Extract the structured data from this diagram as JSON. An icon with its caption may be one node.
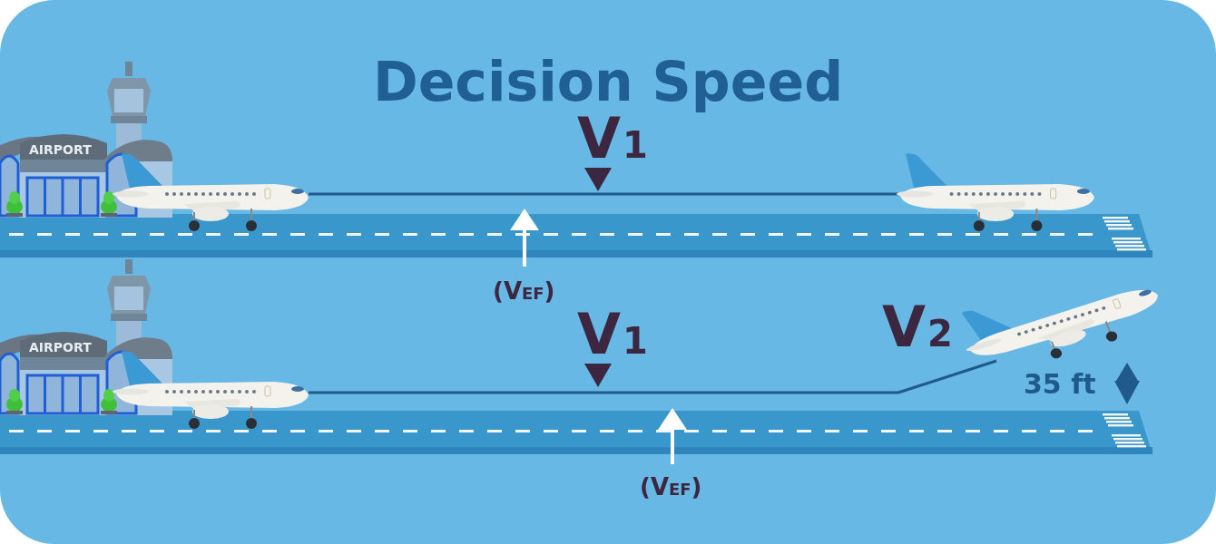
{
  "diagram": {
    "title": "Decision Speed",
    "nodes": [
      {
        "text": [],
        "shape": "picture"
      },
      {
        "text": [],
        "shape": "picture"
      },
      {
        "text": [],
        "shape": "picture"
      },
      {
        "text": [],
        "shape": "picture"
      }
    ],
    "edges": [
      {
        "from": 0,
        "to": 1,
        "arrow": "none"
      },
      {
        "from": 2,
        "to": 3,
        "arrow": "none"
      }
    ],
    "labels": [
      "AIRPORT",
      "V$_{1}$",
      "(V$_{EF}$)",
      "AIRPORT",
      "V$_{1}$",
      "V$_{2}$",
      "35 ft",
      "(V$_{EF}$)"
    ]
  }
}
